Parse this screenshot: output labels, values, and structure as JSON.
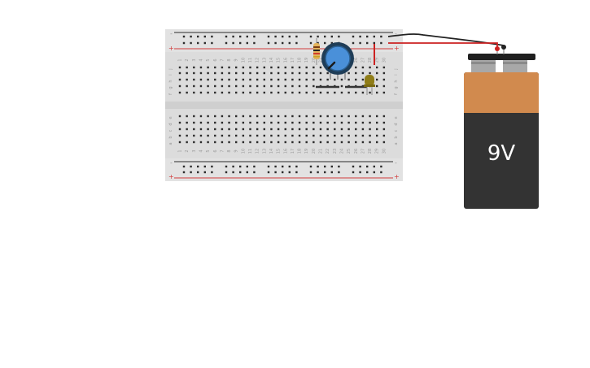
{
  "breadboard": {
    "columns": 30,
    "rail_plus": "+",
    "rail_minus": "-",
    "top_row_letters": [
      "j",
      "i",
      "h",
      "g",
      "f"
    ],
    "bottom_row_letters": [
      "e",
      "d",
      "c",
      "b",
      "a"
    ],
    "column_numbers": [
      "1",
      "2",
      "3",
      "4",
      "5",
      "6",
      "7",
      "8",
      "9",
      "10",
      "11",
      "12",
      "13",
      "14",
      "15",
      "16",
      "17",
      "18",
      "19",
      "20",
      "21",
      "22",
      "23",
      "24",
      "25",
      "26",
      "27",
      "28",
      "29",
      "30"
    ]
  },
  "components": {
    "battery": {
      "label": "9V",
      "icon": "battery-9v-icon"
    },
    "potentiometer": {
      "icon": "potentiometer-icon"
    },
    "resistor": {
      "icon": "resistor-icon"
    },
    "led": {
      "icon": "led-icon"
    },
    "capacitor": {
      "icon": "capacitor-icon"
    }
  },
  "colors": {
    "board": "#d9d9d9",
    "hole": "#2a2a2a",
    "rail_red": "#d23c3c",
    "rail_black": "#2a2a2a",
    "wire_red": "#cc2222",
    "wire_black": "#222222",
    "battery_top": "#d18a4e",
    "battery_body": "#333333",
    "pot_blue": "#4a90d9"
  }
}
